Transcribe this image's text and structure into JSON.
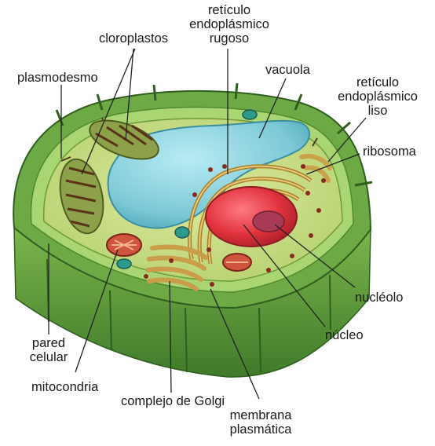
{
  "labels": {
    "reticulo_rugoso": [
      "retículo",
      "endoplásmico",
      "rugoso"
    ],
    "cloroplastos": "cloroplastos",
    "plasmodesmo": "plasmodesmo",
    "vacuola": "vacuola",
    "reticulo_liso": [
      "retículo",
      "endoplásmico",
      "liso"
    ],
    "ribosoma": "ribosoma",
    "nucleolo": "nucléolo",
    "nucleo": "núcleo",
    "pared_celular": [
      "pared",
      "celular"
    ],
    "mitocondria": "mitocondria",
    "golgi": "complejo de Golgi",
    "membrana": [
      "membrana",
      "plasmática"
    ]
  },
  "colors": {
    "wall_outer": "#5f9a3c",
    "wall_inner": "#9dce6a",
    "cytoplasm": "#c8df85",
    "vacuole": "#7cc8d6",
    "nucleus": "#e0323c",
    "nucleolus": "#a83a55",
    "mitochondria": "#c8543c",
    "chloroplast": "#7a8f3a",
    "er": "#c9a24a",
    "ribosome": "#8a2a1e",
    "leader": "#222222"
  }
}
